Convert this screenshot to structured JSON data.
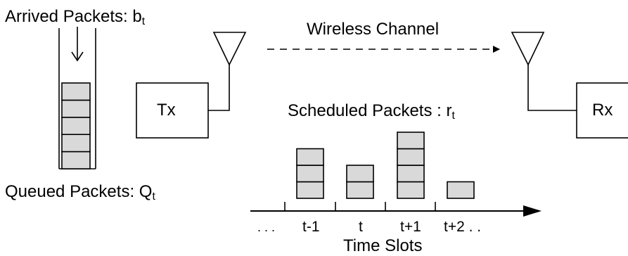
{
  "labels": {
    "arrived_prefix": "Arrived Packets: b",
    "arrived_sub": "t",
    "queued_prefix": "Queued Packets: Q",
    "queued_sub": "t",
    "channel": "Wireless Channel",
    "scheduled_prefix": "Scheduled Packets : r",
    "scheduled_sub": "t",
    "tx": "Tx",
    "rx": "Rx",
    "axis_title": "Time Slots"
  },
  "time_axis": {
    "ticks": [
      ". . .",
      "t-1",
      "t",
      "t+1",
      "t+2 . ."
    ]
  },
  "queue": {
    "packet_count": 5
  },
  "scheduled_bars": [
    {
      "slot": "t-1",
      "packets": 3
    },
    {
      "slot": "t",
      "packets": 2
    },
    {
      "slot": "t+1",
      "packets": 4
    },
    {
      "slot": "t+2",
      "packets": 1
    }
  ],
  "colors": {
    "packet_fill": "#d9d9d9",
    "stroke": "#000000",
    "background": "#ffffff"
  }
}
